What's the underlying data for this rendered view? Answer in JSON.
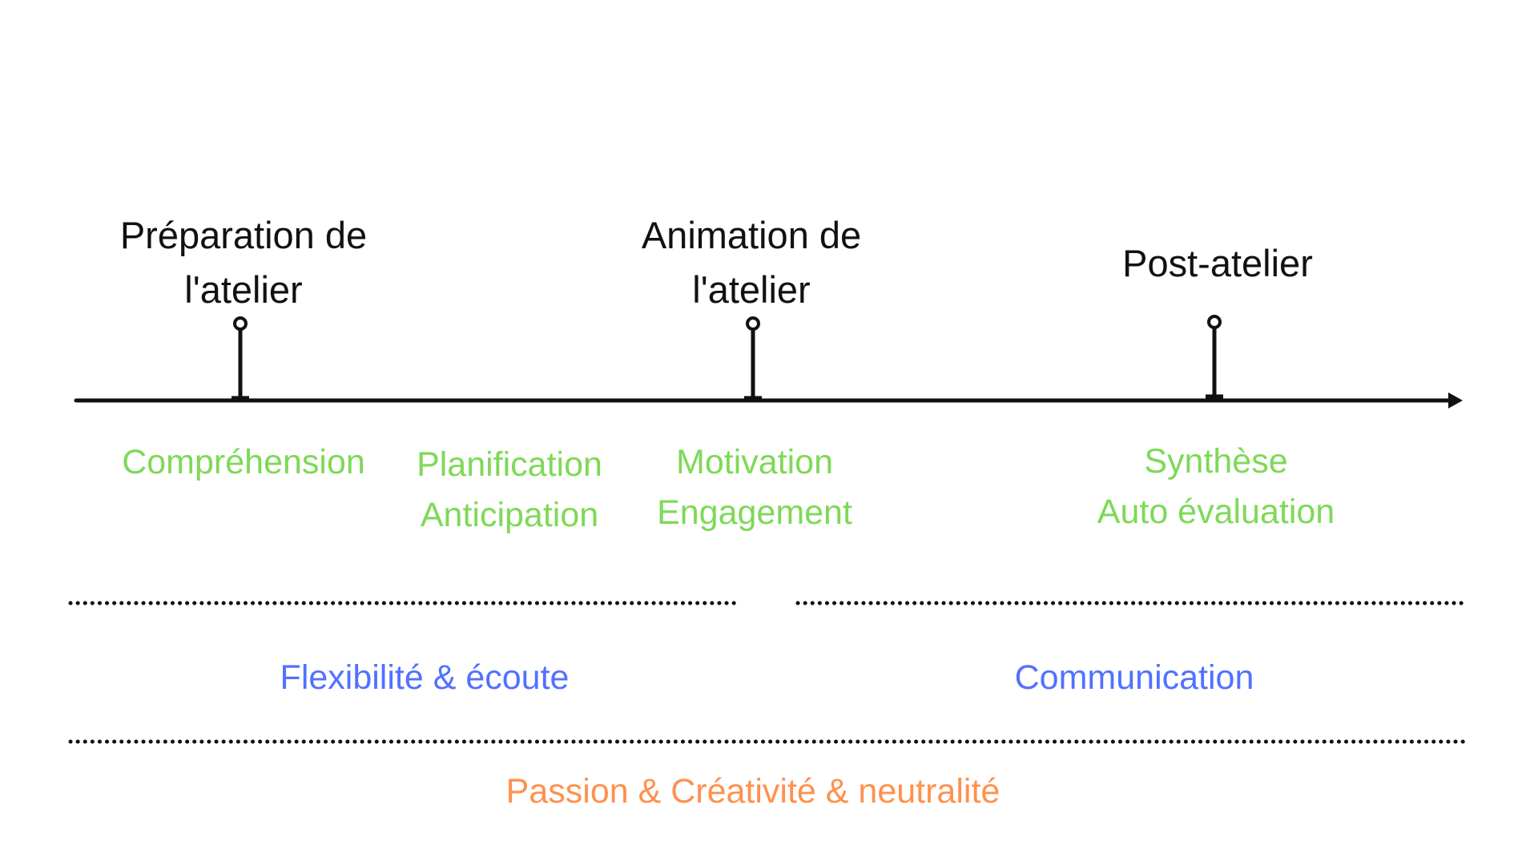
{
  "colors": {
    "axis": "#111111",
    "skills": "#7ed957",
    "bands": "#5271ff",
    "footer": "#ff914d"
  },
  "phases": [
    {
      "label_lines": [
        "Préparation de",
        "l'atelier"
      ]
    },
    {
      "label_lines": [
        "Animation de",
        "l'atelier"
      ]
    },
    {
      "label_lines": [
        "Post-atelier"
      ]
    }
  ],
  "skills": [
    {
      "lines": [
        "Compréhension"
      ]
    },
    {
      "lines": [
        "Planification",
        "Anticipation"
      ]
    },
    {
      "lines": [
        "Motivation",
        "Engagement"
      ]
    },
    {
      "lines": [
        "Synthèse",
        "Auto évaluation"
      ]
    }
  ],
  "bands": {
    "left": "Flexibilité & écoute",
    "right": "Communication"
  },
  "footer": "Passion & Créativité & neutralité"
}
